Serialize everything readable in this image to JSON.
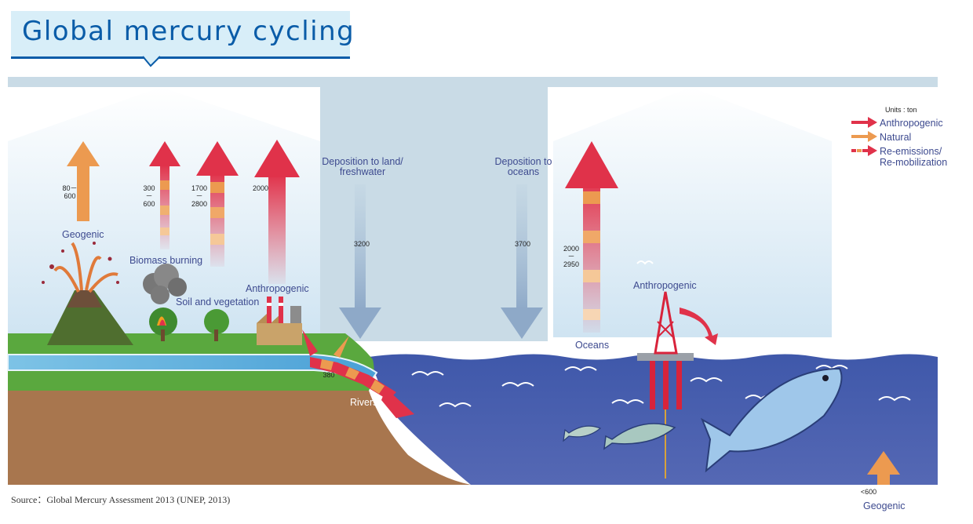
{
  "title": "Global mercury cycling",
  "legend": {
    "units": "Units : ton",
    "items": [
      {
        "label": "Anthropogenic",
        "color": "#e0324a"
      },
      {
        "label": "Natural",
        "color": "#ec9a50"
      },
      {
        "label": "Re-emissions/\nRe-mobilization",
        "color": "#e0324a"
      }
    ]
  },
  "labels": {
    "geogenic": "Geogenic",
    "biomass_burning": "Biomass burning",
    "soil_vegetation": "Soil and vegetation",
    "anthropogenic_land": "Anthropogenic",
    "deposition_land": "Deposition to land/\nfreshwater",
    "deposition_oceans": "Deposition to\noceans",
    "oceans": "Oceans",
    "anthropogenic_ocean": "Anthropogenic",
    "rivers": "Rivers",
    "geogenic_ocean": "Geogenic"
  },
  "values": {
    "geogenic": "80－\n600",
    "biomass": "300－\n600",
    "soil": "1700－\n2800",
    "anthropogenic": "2000",
    "deposition_land": "3200",
    "deposition_oceans": "3700",
    "oceans": "2000－\n2950",
    "rivers": "380",
    "geogenic_ocean": "<600"
  },
  "source": "Source：Global Mercury Assessment 2013 (UNEP, 2013)",
  "colors": {
    "anthropogenic": "#e0324a",
    "natural": "#ec9a50",
    "atmosphere": "#c9dbe6",
    "ocean": "#4a63b0",
    "land_grass": "#5aa83e",
    "soil": "#a8764e",
    "title": "#0a5ca8"
  }
}
